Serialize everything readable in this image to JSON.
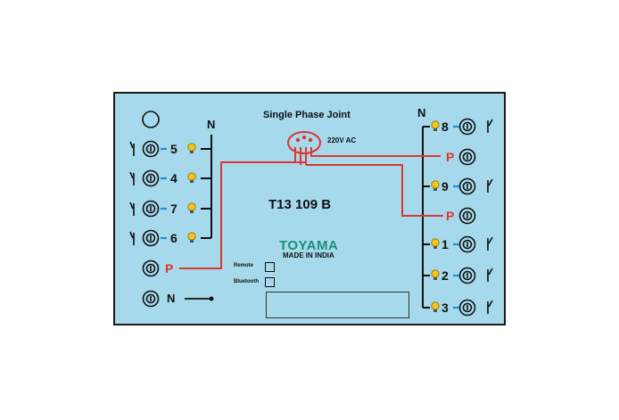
{
  "header": {
    "title": "Single Phase Joint",
    "voltage": "220V AC"
  },
  "model": "T13 109 B",
  "brand": {
    "name": "TOYAMA",
    "tagline": "MADE IN INDIA"
  },
  "left_neutral_label": "N",
  "right_neutral_label": "N",
  "left_channels": [
    {
      "number": "5"
    },
    {
      "number": "4"
    },
    {
      "number": "7"
    },
    {
      "number": "6"
    }
  ],
  "right_channels": [
    {
      "number": "8"
    },
    {
      "number": "9"
    },
    {
      "number": "1"
    },
    {
      "number": "2"
    },
    {
      "number": "3"
    }
  ],
  "phase_label": "P",
  "bottom_neutral_label": "N",
  "indicators": {
    "remote": "Remote",
    "bluetooth": "Bluetooth"
  },
  "colors": {
    "panel": "#a6d9ec",
    "wire": "#e0352e",
    "brand": "#1c8f7a",
    "link": "#1f8fd6",
    "bulb": "#f5c518"
  }
}
